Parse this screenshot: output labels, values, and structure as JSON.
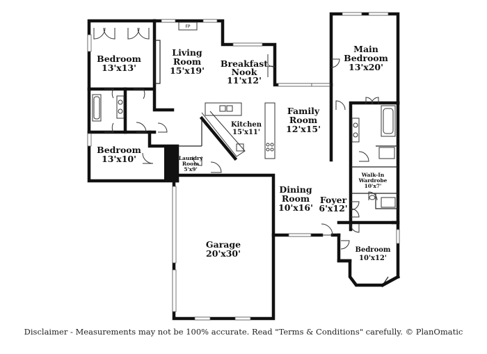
{
  "rooms": [
    {
      "id": "bedroom-nw",
      "name": "Bedroom",
      "dims": "13'x13'"
    },
    {
      "id": "living-room",
      "name": "Living Room",
      "name_line1": "Living",
      "name_line2": "Room",
      "dims": "15'x19'"
    },
    {
      "id": "breakfast-nook",
      "name": "Breakfast Nook",
      "name_line1": "Breakfast",
      "name_line2": "Nook",
      "dims": "11'x12'"
    },
    {
      "id": "main-bedroom",
      "name": "Main Bedroom",
      "name_line1": "Main",
      "name_line2": "Bedroom",
      "dims": "13'x20'"
    },
    {
      "id": "family-room",
      "name": "Family Room",
      "name_line1": "Family",
      "name_line2": "Room",
      "dims": "12'x15'"
    },
    {
      "id": "kitchen",
      "name": "Kitchen",
      "dims": "15'x11'"
    },
    {
      "id": "bedroom-w",
      "name": "Bedroom",
      "dims": "13'x10'"
    },
    {
      "id": "laundry-room",
      "name": "Laundry Room",
      "name_line1": "Laundry",
      "name_line2": "Room",
      "dims": "5'x9'"
    },
    {
      "id": "walk-in-wardrobe",
      "name": "Walk-In Wardrobe",
      "name_line1": "Walk-In",
      "name_line2": "Wardrobe",
      "dims": "10'x7'"
    },
    {
      "id": "dining-room",
      "name": "Dining Room",
      "name_line1": "Dining",
      "name_line2": "Room",
      "dims": "10'x16'"
    },
    {
      "id": "foyer",
      "name": "Foyer",
      "dims": "6'x12'"
    },
    {
      "id": "garage",
      "name": "Garage",
      "dims": "20'x30'"
    },
    {
      "id": "bedroom-se",
      "name": "Bedroom",
      "dims": "10'x12'"
    }
  ],
  "fireplace_label": "FP",
  "disclaimer": "Disclaimer - Measurements may not be 100% accurate. Read \"Terms & Conditions\" carefully. © PlanOmatic"
}
